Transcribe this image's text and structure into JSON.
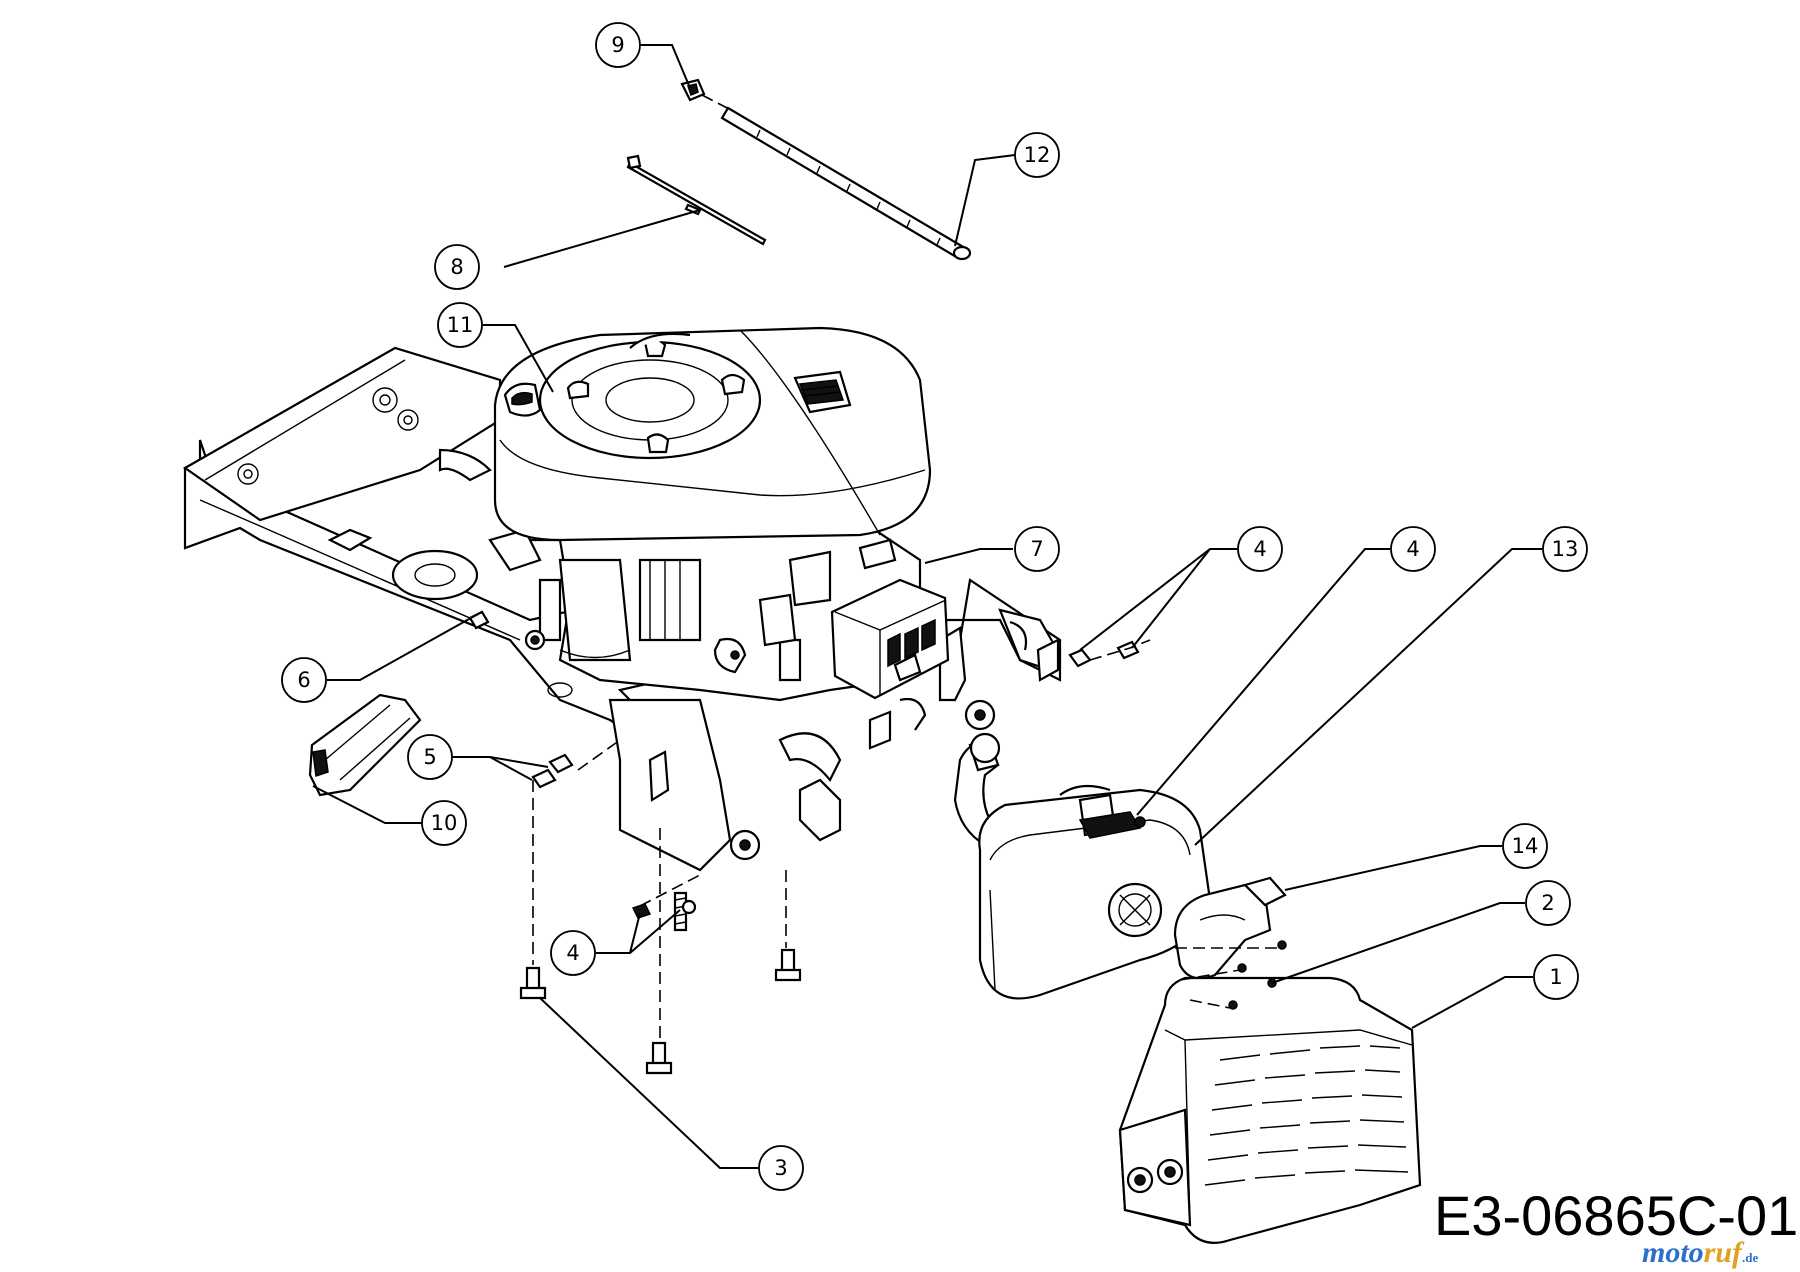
{
  "drawing_code": "E3-06865C-01",
  "watermark": {
    "part_a": "moto",
    "part_b": "ruf",
    "tld": ".de"
  },
  "callouts": [
    {
      "id": "c9",
      "label": "9"
    },
    {
      "id": "c12",
      "label": "12"
    },
    {
      "id": "c8",
      "label": "8"
    },
    {
      "id": "c11",
      "label": "11"
    },
    {
      "id": "c7",
      "label": "7"
    },
    {
      "id": "c4a",
      "label": "4"
    },
    {
      "id": "c4b",
      "label": "4"
    },
    {
      "id": "c13",
      "label": "13"
    },
    {
      "id": "c6",
      "label": "6"
    },
    {
      "id": "c5",
      "label": "5"
    },
    {
      "id": "c10",
      "label": "10"
    },
    {
      "id": "c14",
      "label": "14"
    },
    {
      "id": "c2",
      "label": "2"
    },
    {
      "id": "c1",
      "label": "1"
    },
    {
      "id": "c4c",
      "label": "4"
    },
    {
      "id": "c3",
      "label": "3"
    }
  ]
}
